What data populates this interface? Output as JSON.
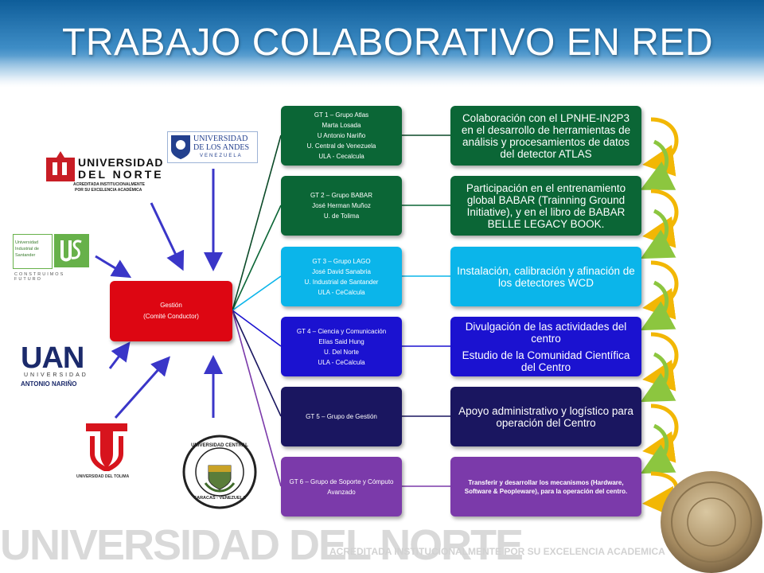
{
  "title": "TRABAJO COLABORATIVO EN RED",
  "gestion": {
    "line1": "Gestión",
    "line2": "(Comité Conductor)"
  },
  "groups": [
    {
      "lines": [
        "GT 1 – Grupo Atlas",
        "Marta Losada",
        "U Antonio Nariño",
        "U. Central de Venezuela",
        "ULA - Cecalcula"
      ],
      "desc": [
        "Colaboración con el LPNHE-IN2P3 en el desarrollo de herramientas de análisis y procesamientos de datos del detector ATLAS"
      ]
    },
    {
      "lines": [
        "GT 2 – Grupo BABAR",
        "José Herman Muñoz",
        "U. de Tolima"
      ],
      "desc": [
        "Participación en el entrenamiento global BABAR (Trainning Ground Initiative), y en el libro de BABAR BELLE LEGACY BOOK."
      ]
    },
    {
      "lines": [
        "GT 3 – Grupo LAGO",
        "José David Sanabria",
        "U. Industrial de Santander",
        "ULA - CeCalcula"
      ],
      "desc": [
        "Instalación, calibración y afinación de los detectores WCD"
      ]
    },
    {
      "lines": [
        "GT 4 – Ciencia y Comunicación",
        "Elías Said Hung",
        "U. Del Norte",
        "ULA - CeCalcula"
      ],
      "desc": [
        "Divulgación de las actividades del centro",
        "Estudio de la Comunidad Científica del Centro"
      ]
    },
    {
      "lines": [
        "GT 5 – Grupo de Gestión"
      ],
      "desc": [
        "Apoyo administrativo y logístico para operación del Centro"
      ]
    },
    {
      "lines": [
        "GT 6 – Grupo de Soporte y Cómputo Avanzado"
      ],
      "desc": [
        "Transferir y desarrollar los mecanismos (Hardware, Software & Peopleware), para la operación del centro."
      ]
    }
  ],
  "logos": {
    "uninorte": {
      "line1": "UNIVERSIDAD",
      "line2": "DEL NORTE",
      "line3": "ACREDITADA INSTITUCIONALMENTE",
      "line4": "POR SU EXCELENCIA ACADÉMICA"
    },
    "uniandes": {
      "line1": "UNIVERSIDAD",
      "line2": "DE LOS ANDES",
      "line3": "VENEZUELA"
    },
    "uis": {
      "line1": "Universidad",
      "line2": "Industrial de",
      "line3": "Santander",
      "line4": "CONSTRUIMOS FUTURO"
    },
    "uan": {
      "line1": "UAN",
      "line2": "UNIVERSIDAD",
      "line3": "ANTONIO NARIÑO"
    },
    "tolima": {
      "line1": "UNIVERSIDAD DEL TOLIMA"
    },
    "ucv": {
      "line1": "UNIVERSIDAD CENTRAL",
      "line2": "CARACAS - VENEZUELA"
    }
  },
  "watermark": {
    "line1": "UNIVERSIDAD DEL NORTE",
    "line2": "ACREDITADA INSTITUCIONALMENTE POR SU EXCELENCIA ACADEMICA"
  },
  "colors": {
    "gestion": "#dd0612",
    "green": "#0b6636",
    "cyan": "#0bb5ea",
    "blue": "#1b12d0",
    "navy": "#1a1660",
    "purple": "#7b3aaa",
    "arrow": "#3a36c8"
  }
}
